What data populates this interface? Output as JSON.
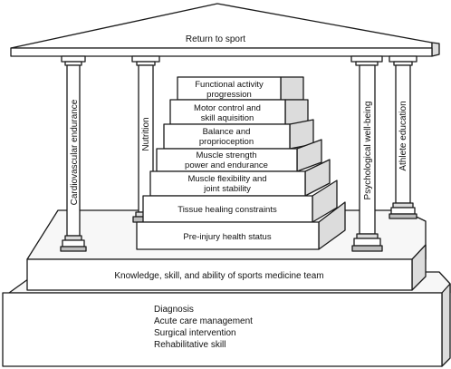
{
  "roof": {
    "label": "Return to sport"
  },
  "pillars": [
    {
      "id": "cardio",
      "label": "Cardiovascular endurance"
    },
    {
      "id": "nutrition",
      "label": "Nutrition"
    },
    {
      "id": "psych",
      "label": "Psychological well-being"
    },
    {
      "id": "education",
      "label": "Athlete education"
    }
  ],
  "stairs": [
    {
      "lines": [
        "Functional activity",
        "progression"
      ]
    },
    {
      "lines": [
        "Motor control and",
        "skill aquisition"
      ]
    },
    {
      "lines": [
        "Balance and",
        "proprioception"
      ]
    },
    {
      "lines": [
        "Muscle strength",
        "power and endurance"
      ]
    },
    {
      "lines": [
        "Muscle flexibility and",
        "joint stability"
      ]
    },
    {
      "lines": [
        "Tissue healing constraints"
      ]
    },
    {
      "lines": [
        "Pre-injury health status"
      ]
    }
  ],
  "upper_platform": {
    "label": "Knowledge, skill, and ability of sports medicine team"
  },
  "base": {
    "lines": [
      "Diagnosis",
      "Acute care management",
      "Surgical intervention",
      "Rehabilitative skill"
    ]
  }
}
